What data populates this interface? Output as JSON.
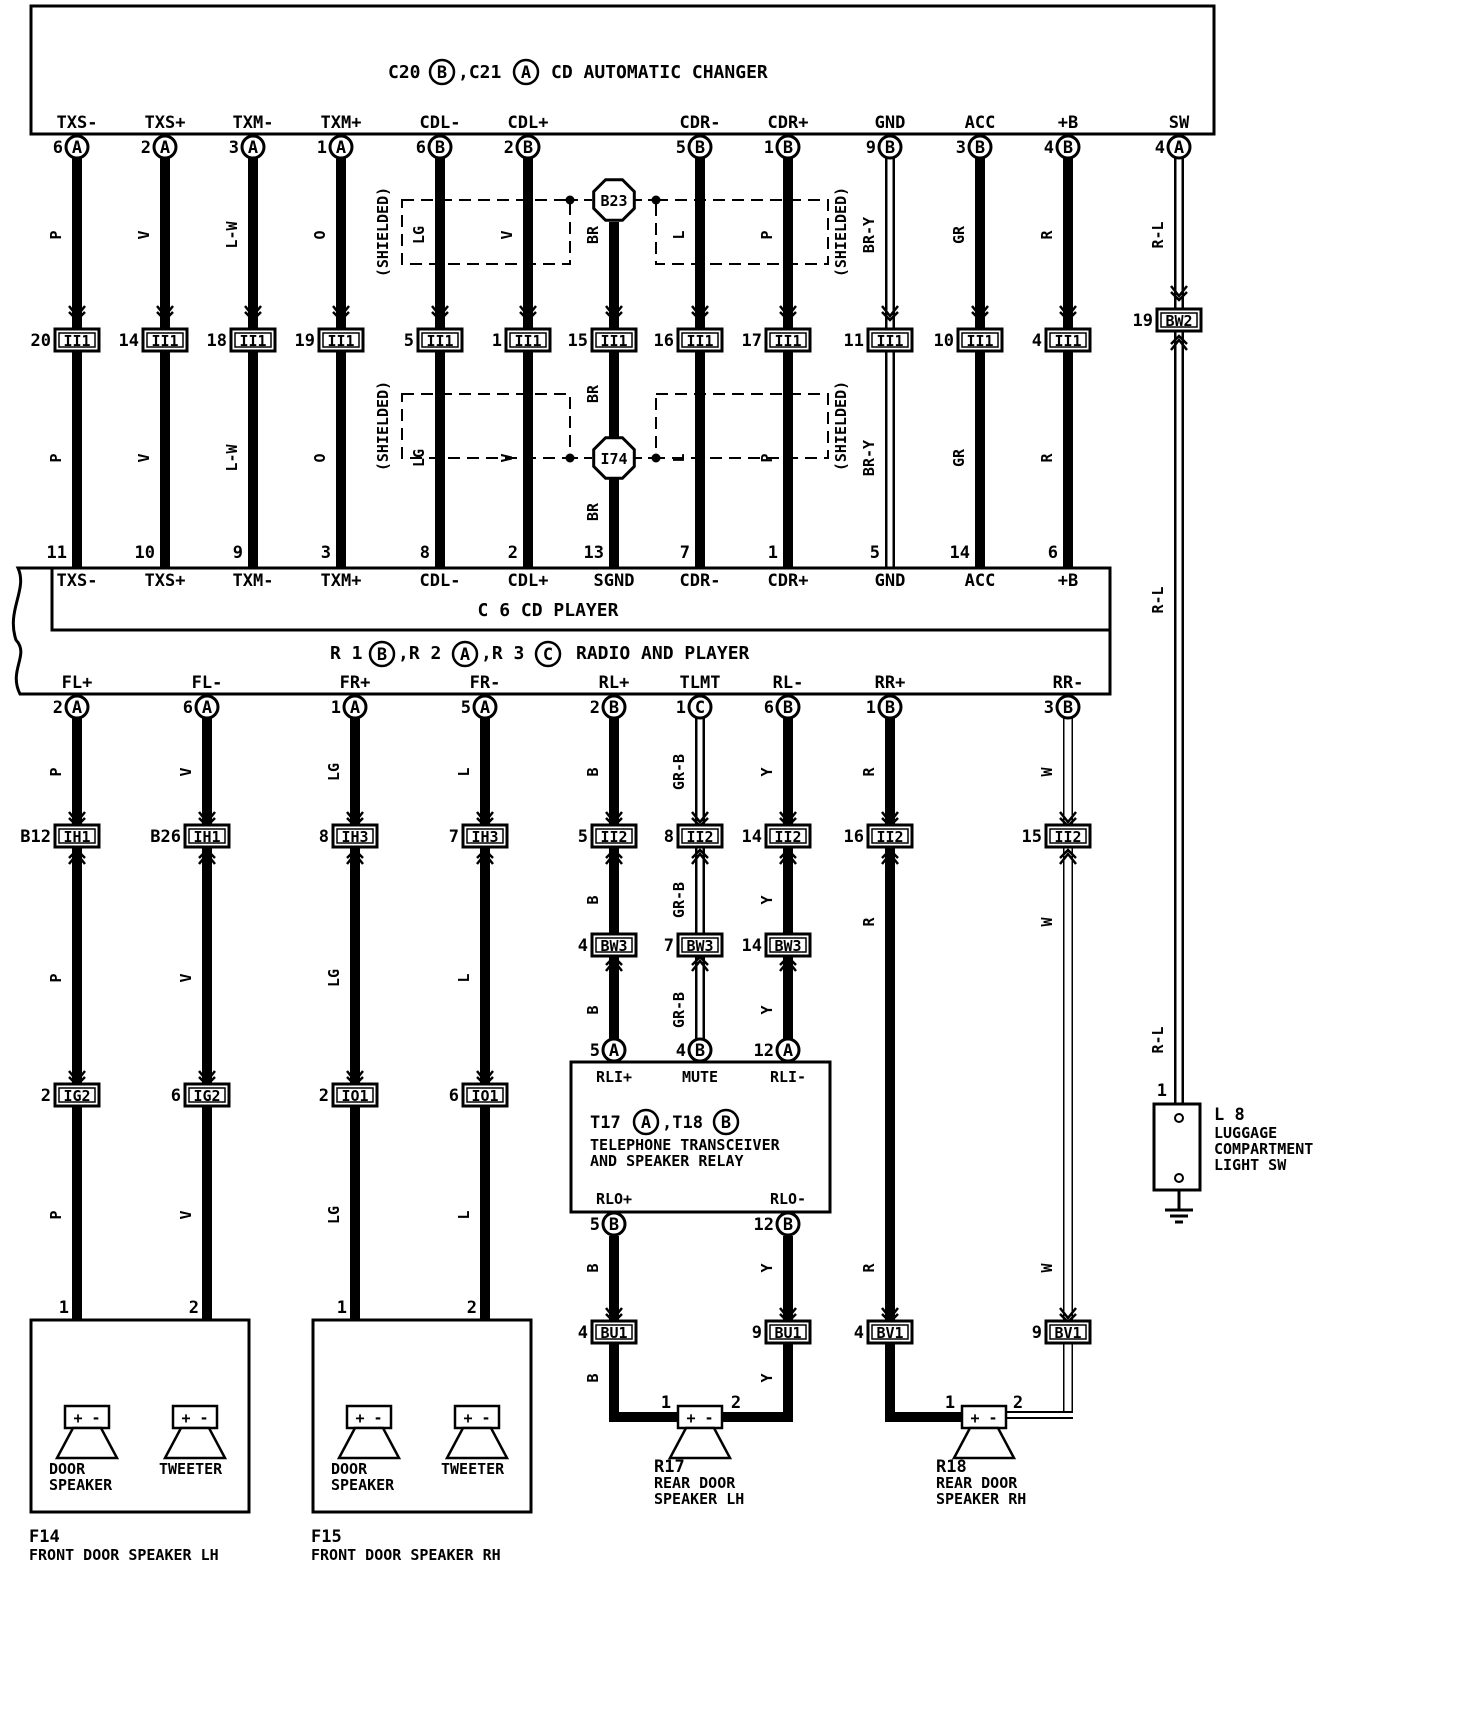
{
  "changer": {
    "title": "C20 (B), C21 (A) CD AUTOMATIC CHANGER",
    "title_parts": [
      "C20",
      "B",
      ",C21",
      "A",
      "CD AUTOMATIC CHANGER"
    ],
    "terminals": [
      "TXS-",
      "TXS+",
      "TXM-",
      "TXM+",
      "CDL-",
      "CDL+",
      "CDR-",
      "CDR+",
      "GND",
      "ACC",
      "+B",
      "SW"
    ]
  },
  "cd_player": {
    "title": "C 6 CD PLAYER",
    "terminals": [
      "TXS-",
      "TXS+",
      "TXM-",
      "TXM+",
      "CDL-",
      "CDL+",
      "SGND",
      "CDR-",
      "CDR+",
      "GND",
      "ACC",
      "+B"
    ]
  },
  "radio": {
    "title": "R 1 (B), R 2 (A), R 3 (C) RADIO AND PLAYER",
    "title_parts": [
      "R 1",
      "B",
      ",R 2",
      "A",
      ",R 3",
      "C",
      "RADIO AND PLAYER"
    ],
    "terminals": [
      "FL+",
      "FL-",
      "FR+",
      "FR-",
      "RL+",
      "TLMT",
      "RL-",
      "RR+",
      "RR-"
    ]
  },
  "shielded_label": "(SHIELDED)",
  "junctions": [
    "B23",
    "I74"
  ],
  "upper_wires": [
    {
      "pin": "6",
      "conn": "A",
      "color": "P",
      "j_pin": "20",
      "j": "II1",
      "lower_color": "P",
      "cd_pin": "11"
    },
    {
      "pin": "2",
      "conn": "A",
      "color": "V",
      "j_pin": "14",
      "j": "II1",
      "lower_color": "V",
      "cd_pin": "10"
    },
    {
      "pin": "3",
      "conn": "A",
      "color": "L-W",
      "j_pin": "18",
      "j": "II1",
      "lower_color": "L-W",
      "cd_pin": "9"
    },
    {
      "pin": "1",
      "conn": "A",
      "color": "O",
      "j_pin": "19",
      "j": "II1",
      "lower_color": "O",
      "cd_pin": "3"
    },
    {
      "pin": "6",
      "conn": "B",
      "color": "LG",
      "j_pin": "5",
      "j": "II1",
      "lower_color": "LG",
      "cd_pin": "8"
    },
    {
      "pin": "2",
      "conn": "B",
      "color": "V",
      "j_pin": "1",
      "j": "II1",
      "lower_color": "V",
      "cd_pin": "2"
    },
    {
      "pin": "",
      "conn": "",
      "color": "BR",
      "j_pin": "15",
      "j": "II1",
      "lower_color": "BR",
      "lower_color2": "BR",
      "cd_pin": "13"
    },
    {
      "pin": "5",
      "conn": "B",
      "color": "L",
      "j_pin": "16",
      "j": "II1",
      "lower_color": "L",
      "cd_pin": "7"
    },
    {
      "pin": "1",
      "conn": "B",
      "color": "P",
      "j_pin": "17",
      "j": "II1",
      "lower_color": "P",
      "cd_pin": "1"
    },
    {
      "pin": "9",
      "conn": "B",
      "color": "BR-Y",
      "j_pin": "11",
      "j": "II1",
      "lower_color": "BR-Y",
      "cd_pin": "5"
    },
    {
      "pin": "3",
      "conn": "B",
      "color": "GR",
      "j_pin": "10",
      "j": "II1",
      "lower_color": "GR",
      "cd_pin": "14"
    },
    {
      "pin": "4",
      "conn": "B",
      "color": "R",
      "j_pin": "4",
      "j": "II1",
      "lower_color": "R",
      "cd_pin": "6"
    }
  ],
  "sw_wire": {
    "pin": "4",
    "conn": "A",
    "color": "R-L",
    "j_pin": "19",
    "j": "BW2"
  },
  "lower_wires": [
    {
      "pin": "2",
      "conn": "A",
      "color": "P",
      "j1_pin": "B12",
      "j1": "IH1",
      "color2": "P",
      "j2_pin": "2",
      "j2": "IG2",
      "color3": "P",
      "end_pin": "1"
    },
    {
      "pin": "6",
      "conn": "A",
      "color": "V",
      "j1_pin": "B26",
      "j1": "IH1",
      "color2": "V",
      "j2_pin": "6",
      "j2": "IG2",
      "color3": "V",
      "end_pin": "2"
    },
    {
      "pin": "1",
      "conn": "A",
      "color": "LG",
      "j1_pin": "8",
      "j1": "IH3",
      "color2": "LG",
      "j2_pin": "2",
      "j2": "IO1",
      "color3": "LG",
      "end_pin": "1"
    },
    {
      "pin": "5",
      "conn": "A",
      "color": "L",
      "j1_pin": "7",
      "j1": "IH3",
      "color2": "L",
      "j2_pin": "6",
      "j2": "IO1",
      "color3": "L",
      "end_pin": "2"
    },
    {
      "pin": "2",
      "conn": "B",
      "color": "B",
      "j1_pin": "5",
      "j1": "II2",
      "color2": "B",
      "j2_pin": "4",
      "j2": "BW3",
      "color3": "B",
      "end_pin": "5",
      "end_conn": "A"
    },
    {
      "pin": "1",
      "conn": "C",
      "color": "GR-B",
      "j1_pin": "8",
      "j1": "II2",
      "color2": "GR-B",
      "j2_pin": "7",
      "j2": "BW3",
      "color3": "GR-B",
      "end_pin": "4",
      "end_conn": "B"
    },
    {
      "pin": "6",
      "conn": "B",
      "color": "Y",
      "j1_pin": "14",
      "j1": "II2",
      "color2": "Y",
      "j2_pin": "14",
      "j2": "BW3",
      "color3": "Y",
      "end_pin": "12",
      "end_conn": "A"
    },
    {
      "pin": "1",
      "conn": "B",
      "color": "R",
      "j1_pin": "16",
      "j1": "II2",
      "color2": "R",
      "j2_pin": "4",
      "j2": "BV1",
      "color3": "R",
      "end_pin": "1"
    },
    {
      "pin": "3",
      "conn": "B",
      "color": "W",
      "j1_pin": "15",
      "j1": "II2",
      "color2": "W",
      "j2_pin": "9",
      "j2": "BV1",
      "color3": "W",
      "end_pin": "2"
    }
  ],
  "telephone": {
    "title_parts": [
      "T17",
      "A",
      ",T18",
      "B"
    ],
    "line1": "TELEPHONE TRANSCEIVER",
    "line2": "AND SPEAKER RELAY",
    "in_labels": [
      "RLI+",
      "MUTE",
      "RLI-"
    ],
    "out_labels": [
      "RLO+",
      "RLO-"
    ],
    "out_pins": [
      {
        "pin": "5",
        "conn": "B"
      },
      {
        "pin": "12",
        "conn": "B"
      }
    ],
    "out_colors": [
      "B",
      "Y"
    ],
    "bu_pins": [
      "4",
      "9"
    ],
    "bu": "BU1",
    "bottom_colors": [
      "B",
      "Y"
    ]
  },
  "rr_bottom_colors": [
    "R",
    "W"
  ],
  "speakers": {
    "f14": {
      "id": "F14",
      "name": "FRONT DOOR SPEAKER LH",
      "door_l1": "DOOR",
      "door_l2": "SPEAKER",
      "tweeter": "TWEETER"
    },
    "f15": {
      "id": "F15",
      "name": "FRONT DOOR SPEAKER RH",
      "door_l1": "DOOR",
      "door_l2": "SPEAKER",
      "tweeter": "TWEETER"
    },
    "r17": {
      "id": "R17",
      "l1": "REAR DOOR",
      "l2": "SPEAKER LH",
      "p1": "1",
      "p2": "2"
    },
    "r18": {
      "id": "R18",
      "l1": "REAR DOOR",
      "l2": "SPEAKER RH",
      "p1": "1",
      "p2": "2"
    },
    "polarity": "+ -"
  },
  "luggage": {
    "id": "L 8",
    "l1": "LUGGAGE",
    "l2": "COMPARTMENT",
    "l3": "LIGHT SW",
    "pin": "1",
    "colors": [
      "R-L",
      "R-L"
    ]
  }
}
